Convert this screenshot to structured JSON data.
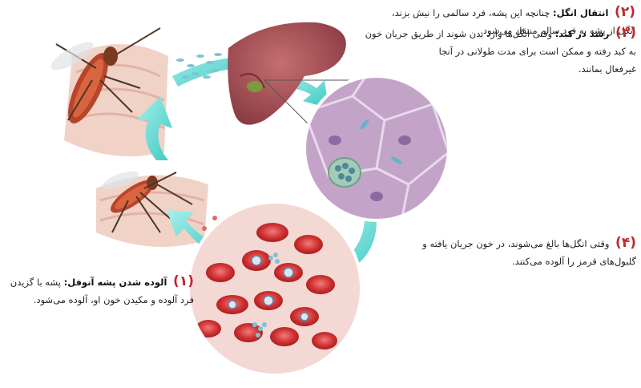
{
  "steps": [
    {
      "num": "(۱)",
      "title": "آلوده شدن پشه آنوفل:",
      "line1": "پشه با گزیدن",
      "line2": "فرد آلوده و مکیدن خون او، آلوده می‌شود."
    },
    {
      "num": "(۲)",
      "title": "انتقال انگل:",
      "line1": "چنانچه این پشه، فرد سالمی را نیش بزند،",
      "line2": "انگل از پشه به فرد سالم منتقل می‌شود."
    },
    {
      "num": "(۳)",
      "title": "رشد در کبد:",
      "line1": "وقتی انگل‌ها وارد بدن شوند از طریق جریان خون",
      "line2": "به کبد رفته و ممکن است برای مدت طولانی در آنجا",
      "line3": "غیرفعال بمانند."
    },
    {
      "num": "(۴)",
      "title": "",
      "line1": "وقتی انگل‌ها بالغ می‌شوند، در خون جریان یافته و",
      "line2": "گلبول‌های قرمز را آلوده می‌کنند."
    }
  ],
  "colors": {
    "number": "#c0282f",
    "arrow": "#5fd6d0",
    "liver": "#a8545a",
    "blood_bg": "#f4d9d6",
    "rbc": "#cc2a2a",
    "cell_bg": "#c9a3c4"
  }
}
